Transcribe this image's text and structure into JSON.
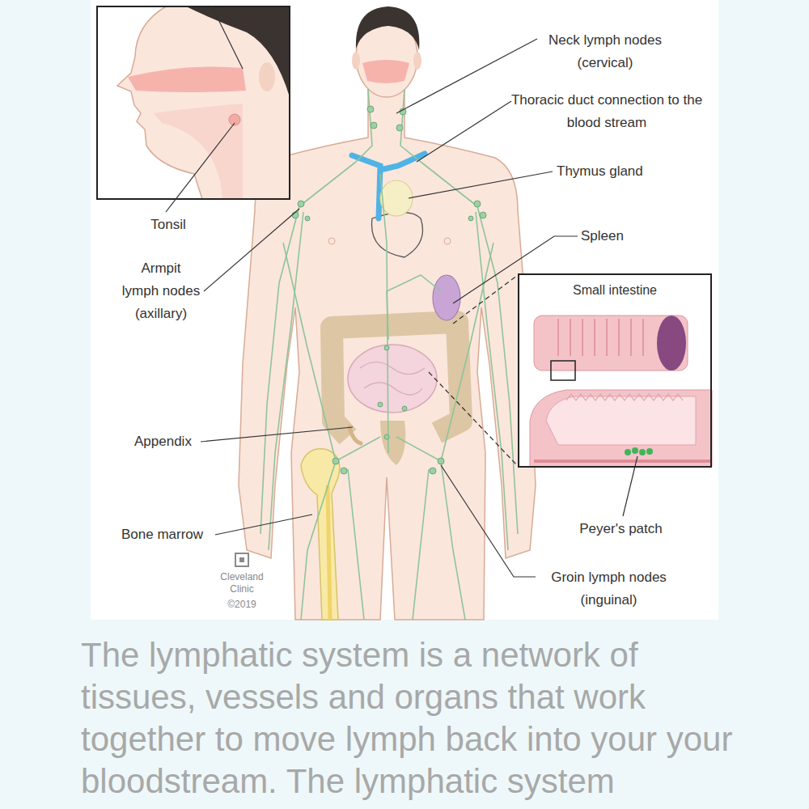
{
  "diagram": {
    "caption": "The lymphatic system is a network of tissues, vessels and organs that work together to move lymph back into your your bloodstream. The lymphatic system",
    "nodes": [
      {
        "text": [
          "Small intestine"
        ]
      }
    ],
    "labels": [
      "Neck lymph nodes (cervical)",
      "Thoracic duct connection to the blood stream",
      "Thymus gland",
      "Spleen",
      "Tonsil",
      "Armpit lymph nodes (axillary)",
      "Appendix",
      "Bone marrow",
      "Peyer's patch",
      "Groin lymph nodes (inguinal)",
      "Cleveland Clinic",
      "©2019"
    ]
  }
}
